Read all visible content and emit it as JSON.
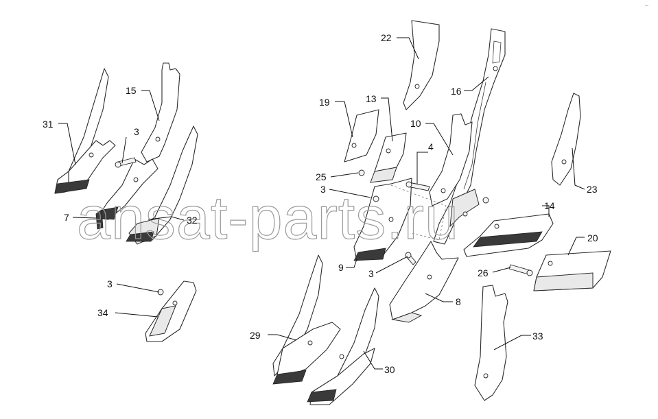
{
  "watermark": "ansat-parts.ru",
  "corner_mark": "–",
  "callouts": {
    "c3a": "3",
    "c3b": "3",
    "c3c": "3",
    "c3d": "3",
    "c4": "4",
    "c7": "7",
    "c8": "8",
    "c9": "9",
    "c10": "10",
    "c13": "13",
    "c14": "14",
    "c15": "15",
    "c16": "16",
    "c19": "19",
    "c20": "20",
    "c22": "22",
    "c23": "23",
    "c25": "25",
    "c26": "26",
    "c29": "29",
    "c30": "30",
    "c31": "31",
    "c32": "32",
    "c33": "33",
    "c34": "34"
  }
}
